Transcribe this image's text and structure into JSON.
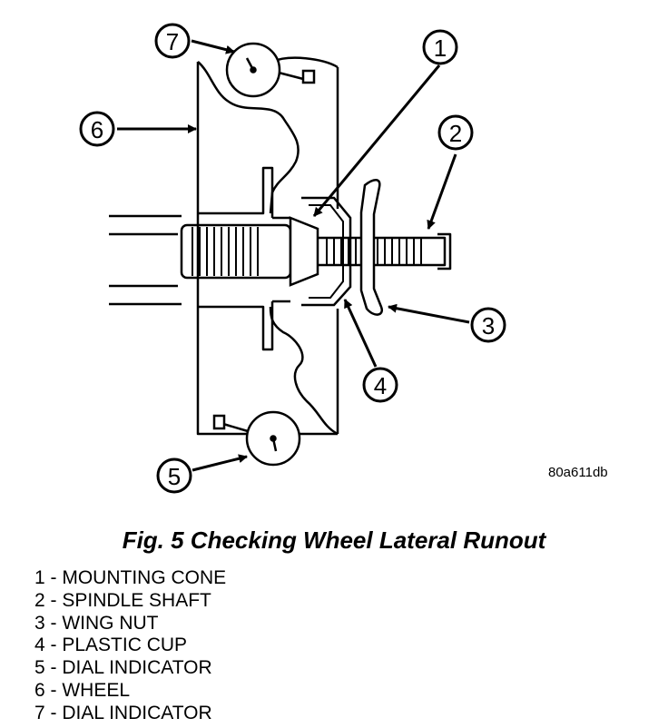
{
  "figure": {
    "drawing_code": "80a611db",
    "caption": "Fig. 5 Checking Wheel Lateral Runout"
  },
  "callouts": [
    "1",
    "2",
    "3",
    "4",
    "5",
    "6",
    "7"
  ],
  "legend": [
    "1 - MOUNTING CONE",
    "2 - SPINDLE SHAFT",
    "3 - WING NUT",
    "4 - PLASTIC CUP",
    "5 - DIAL INDICATOR",
    "6 - WHEEL",
    "7 - DIAL INDICATOR"
  ]
}
